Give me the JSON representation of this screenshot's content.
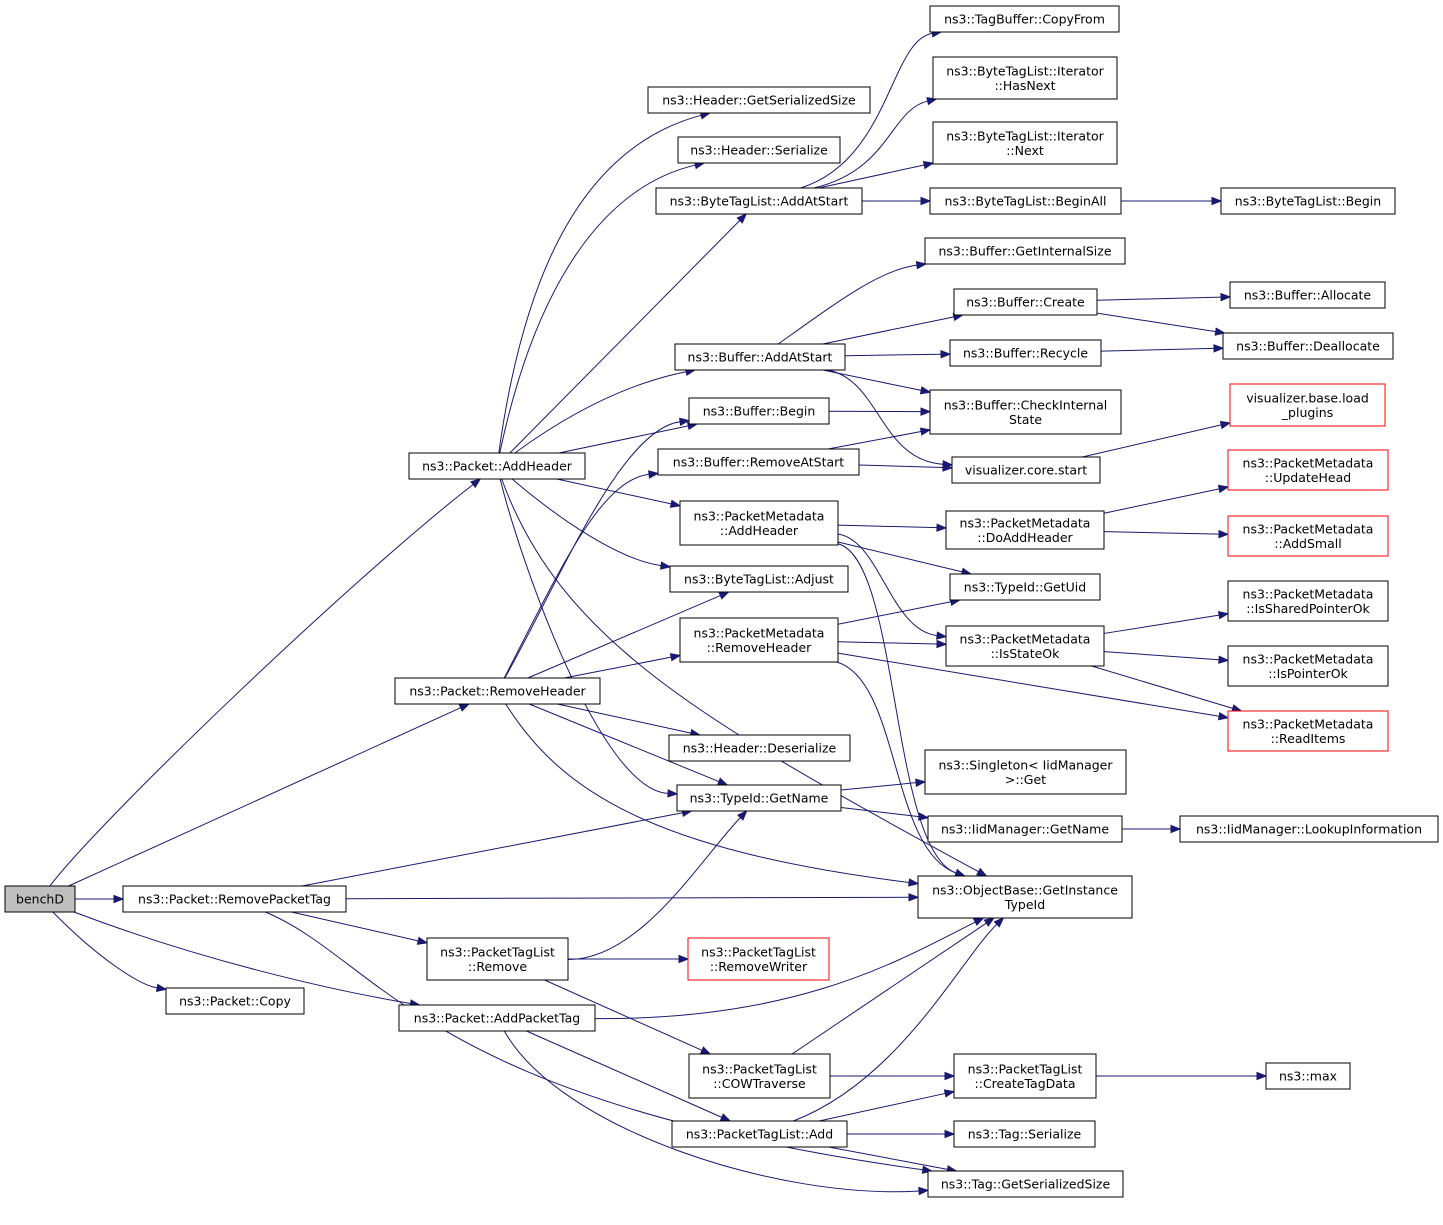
{
  "nodes": [
    {
      "id": "benchD",
      "lines": [
        "benchD"
      ],
      "root": true
    },
    {
      "id": "packet_addheader",
      "lines": [
        "ns3::Packet::AddHeader"
      ]
    },
    {
      "id": "packet_removeheader",
      "lines": [
        "ns3::Packet::RemoveHeader"
      ]
    },
    {
      "id": "packet_removepackettag",
      "lines": [
        "ns3::Packet::RemovePacketTag"
      ]
    },
    {
      "id": "packet_copy",
      "lines": [
        "ns3::Packet::Copy"
      ]
    },
    {
      "id": "packet_addpackettag",
      "lines": [
        "ns3::Packet::AddPacketTag"
      ]
    },
    {
      "id": "header_getserializedsize",
      "lines": [
        "ns3::Header::GetSerializedSize"
      ]
    },
    {
      "id": "header_serialize",
      "lines": [
        "ns3::Header::Serialize"
      ]
    },
    {
      "id": "bytetaglist_addatstart",
      "lines": [
        "ns3::ByteTagList::AddAtStart"
      ]
    },
    {
      "id": "buffer_addatstart",
      "lines": [
        "ns3::Buffer::AddAtStart"
      ]
    },
    {
      "id": "buffer_begin",
      "lines": [
        "ns3::Buffer::Begin"
      ]
    },
    {
      "id": "buffer_removeatstart",
      "lines": [
        "ns3::Buffer::RemoveAtStart"
      ]
    },
    {
      "id": "pm_addheader",
      "lines": [
        "ns3::PacketMetadata",
        "::AddHeader"
      ]
    },
    {
      "id": "bytetaglist_adjust",
      "lines": [
        "ns3::ByteTagList::Adjust"
      ]
    },
    {
      "id": "pm_removeheader",
      "lines": [
        "ns3::PacketMetadata",
        "::RemoveHeader"
      ]
    },
    {
      "id": "header_deserialize",
      "lines": [
        "ns3::Header::Deserialize"
      ]
    },
    {
      "id": "typeid_getname",
      "lines": [
        "ns3::TypeId::GetName"
      ]
    },
    {
      "id": "ptl_remove",
      "lines": [
        "ns3::PacketTagList",
        "::Remove"
      ]
    },
    {
      "id": "ptl_cowtraverse",
      "lines": [
        "ns3::PacketTagList",
        "::COWTraverse"
      ]
    },
    {
      "id": "ptl_add",
      "lines": [
        "ns3::PacketTagList::Add"
      ]
    },
    {
      "id": "tagbuffer_copyfrom",
      "lines": [
        "ns3::TagBuffer::CopyFrom"
      ]
    },
    {
      "id": "btl_iter_hasnext",
      "lines": [
        "ns3::ByteTagList::Iterator",
        "::HasNext"
      ]
    },
    {
      "id": "btl_iter_next",
      "lines": [
        "ns3::ByteTagList::Iterator",
        "::Next"
      ]
    },
    {
      "id": "btl_beginall",
      "lines": [
        "ns3::ByteTagList::BeginAll"
      ]
    },
    {
      "id": "buffer_getinternalsize",
      "lines": [
        "ns3::Buffer::GetInternalSize"
      ]
    },
    {
      "id": "buffer_create",
      "lines": [
        "ns3::Buffer::Create"
      ]
    },
    {
      "id": "buffer_recycle",
      "lines": [
        "ns3::Buffer::Recycle"
      ]
    },
    {
      "id": "buffer_checkinternalstate",
      "lines": [
        "ns3::Buffer::CheckInternal",
        "State"
      ]
    },
    {
      "id": "vis_core_start",
      "lines": [
        "visualizer.core.start"
      ]
    },
    {
      "id": "pm_doaddheader",
      "lines": [
        "ns3::PacketMetadata",
        "::DoAddHeader"
      ]
    },
    {
      "id": "typeid_getuid",
      "lines": [
        "ns3::TypeId::GetUid"
      ]
    },
    {
      "id": "pm_isstateok",
      "lines": [
        "ns3::PacketMetadata",
        "::IsStateOk"
      ]
    },
    {
      "id": "singleton_get",
      "lines": [
        "ns3::Singleton< IidManager",
        " >::Get"
      ]
    },
    {
      "id": "iidmanager_getname",
      "lines": [
        "ns3::IidManager::GetName"
      ]
    },
    {
      "id": "objectbase_getinstancetypeid",
      "lines": [
        "ns3::ObjectBase::GetInstance",
        "TypeId"
      ]
    },
    {
      "id": "ptl_removewriter",
      "lines": [
        "ns3::PacketTagList",
        "::RemoveWriter"
      ],
      "red": true
    },
    {
      "id": "ptl_createtagdata",
      "lines": [
        "ns3::PacketTagList",
        "::CreateTagData"
      ]
    },
    {
      "id": "tag_serialize",
      "lines": [
        "ns3::Tag::Serialize"
      ]
    },
    {
      "id": "tag_getserializedsize",
      "lines": [
        "ns3::Tag::GetSerializedSize"
      ]
    },
    {
      "id": "btl_begin",
      "lines": [
        "ns3::ByteTagList::Begin"
      ]
    },
    {
      "id": "buffer_allocate",
      "lines": [
        "ns3::Buffer::Allocate"
      ]
    },
    {
      "id": "buffer_deallocate",
      "lines": [
        "ns3::Buffer::Deallocate"
      ]
    },
    {
      "id": "vis_base_load_plugins",
      "lines": [
        "visualizer.base.load",
        "_plugins"
      ],
      "red": true
    },
    {
      "id": "pm_updatehead",
      "lines": [
        "ns3::PacketMetadata",
        "::UpdateHead"
      ],
      "red": true
    },
    {
      "id": "pm_addsmall",
      "lines": [
        "ns3::PacketMetadata",
        "::AddSmall"
      ],
      "red": true
    },
    {
      "id": "pm_issharedpointerok",
      "lines": [
        "ns3::PacketMetadata",
        "::IsSharedPointerOk"
      ]
    },
    {
      "id": "pm_ispointerok",
      "lines": [
        "ns3::PacketMetadata",
        "::IsPointerOk"
      ]
    },
    {
      "id": "pm_readitems",
      "lines": [
        "ns3::PacketMetadata",
        "::ReadItems"
      ],
      "red": true
    },
    {
      "id": "iidmanager_lookupinformation",
      "lines": [
        "ns3::IidManager::LookupInformation"
      ]
    },
    {
      "id": "ns3_max",
      "lines": [
        "ns3::max"
      ]
    }
  ]
}
